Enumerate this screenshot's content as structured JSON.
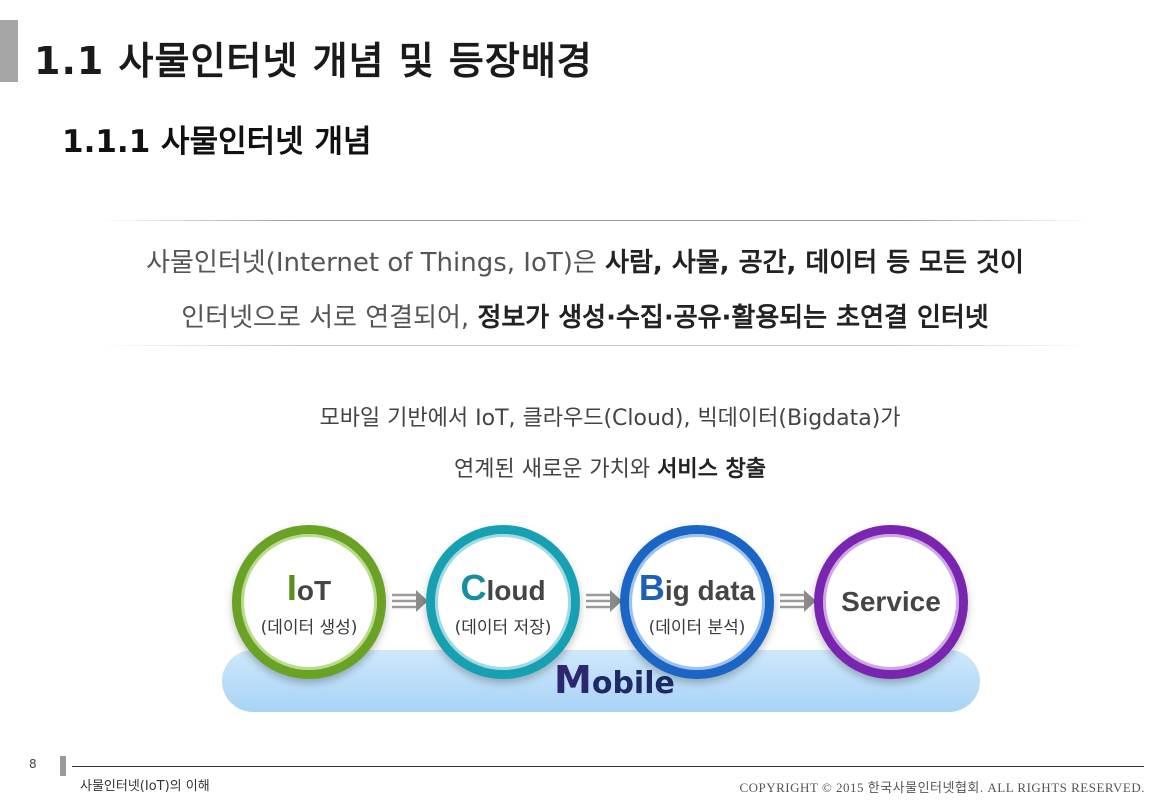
{
  "heading": {
    "title": "1.1 사물인터넷 개념 및 등장배경",
    "subtitle": "1.1.1 사물인터넷 개념"
  },
  "definition": {
    "line1_a": "사물인터넷(Internet of Things, IoT)은 ",
    "line1_b": "사람, 사물, 공간, 데이터 등 모든 것이",
    "line2_a": "인터넷으로 서로 연결되어, ",
    "line2_b": "정보가 생성·수집·공유·활용되는 초연결 인터넷"
  },
  "summary": {
    "line1": "모바일 기반에서 IoT, 클라우드(Cloud), 빅데이터(Bigdata)가",
    "line2_a": "연계된 새로운 가치와 ",
    "line2_b": "서비스 창출"
  },
  "diagram": {
    "nodes": [
      {
        "cap": "I",
        "rest": "oT",
        "sub": "(데이터 생성)",
        "color": "#6aa225"
      },
      {
        "cap": "C",
        "rest": "loud",
        "sub": "(데이터 저장)",
        "color": "#17a0b1"
      },
      {
        "cap": "B",
        "rest": "ig data",
        "sub": "(데이터 분석)",
        "color": "#1b66c4"
      },
      {
        "label": "Service",
        "color": "#7a25b0"
      }
    ],
    "platform_cap": "M",
    "platform_rest": "obile"
  },
  "footer": {
    "page_number": "8",
    "title": "사물인터넷(IoT)의 이해",
    "copyright": "COPYRIGHT © 2015 한국사물인터넷협회. ALL RIGHTS RESERVED."
  }
}
